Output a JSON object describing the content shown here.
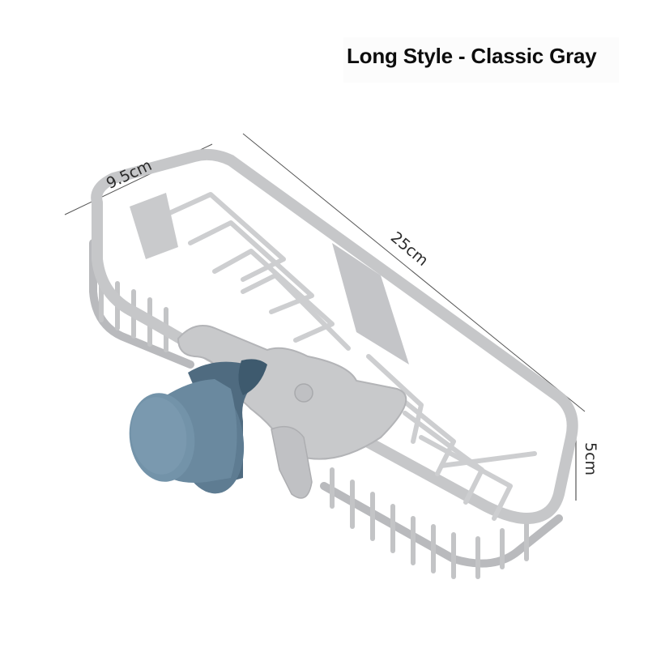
{
  "title": "Long Style - Classic Gray",
  "dimensions": {
    "width_label": "9.5cm",
    "length_label": "25cm",
    "height_label": "5cm"
  },
  "product": {
    "name": "faucet-mounted sink caddy basket",
    "basket_color": "#c8c9cb",
    "basket_shadow_color": "#a9abae",
    "knob_color": "#6f8da3",
    "knob_dark_color": "#4d6a80"
  }
}
